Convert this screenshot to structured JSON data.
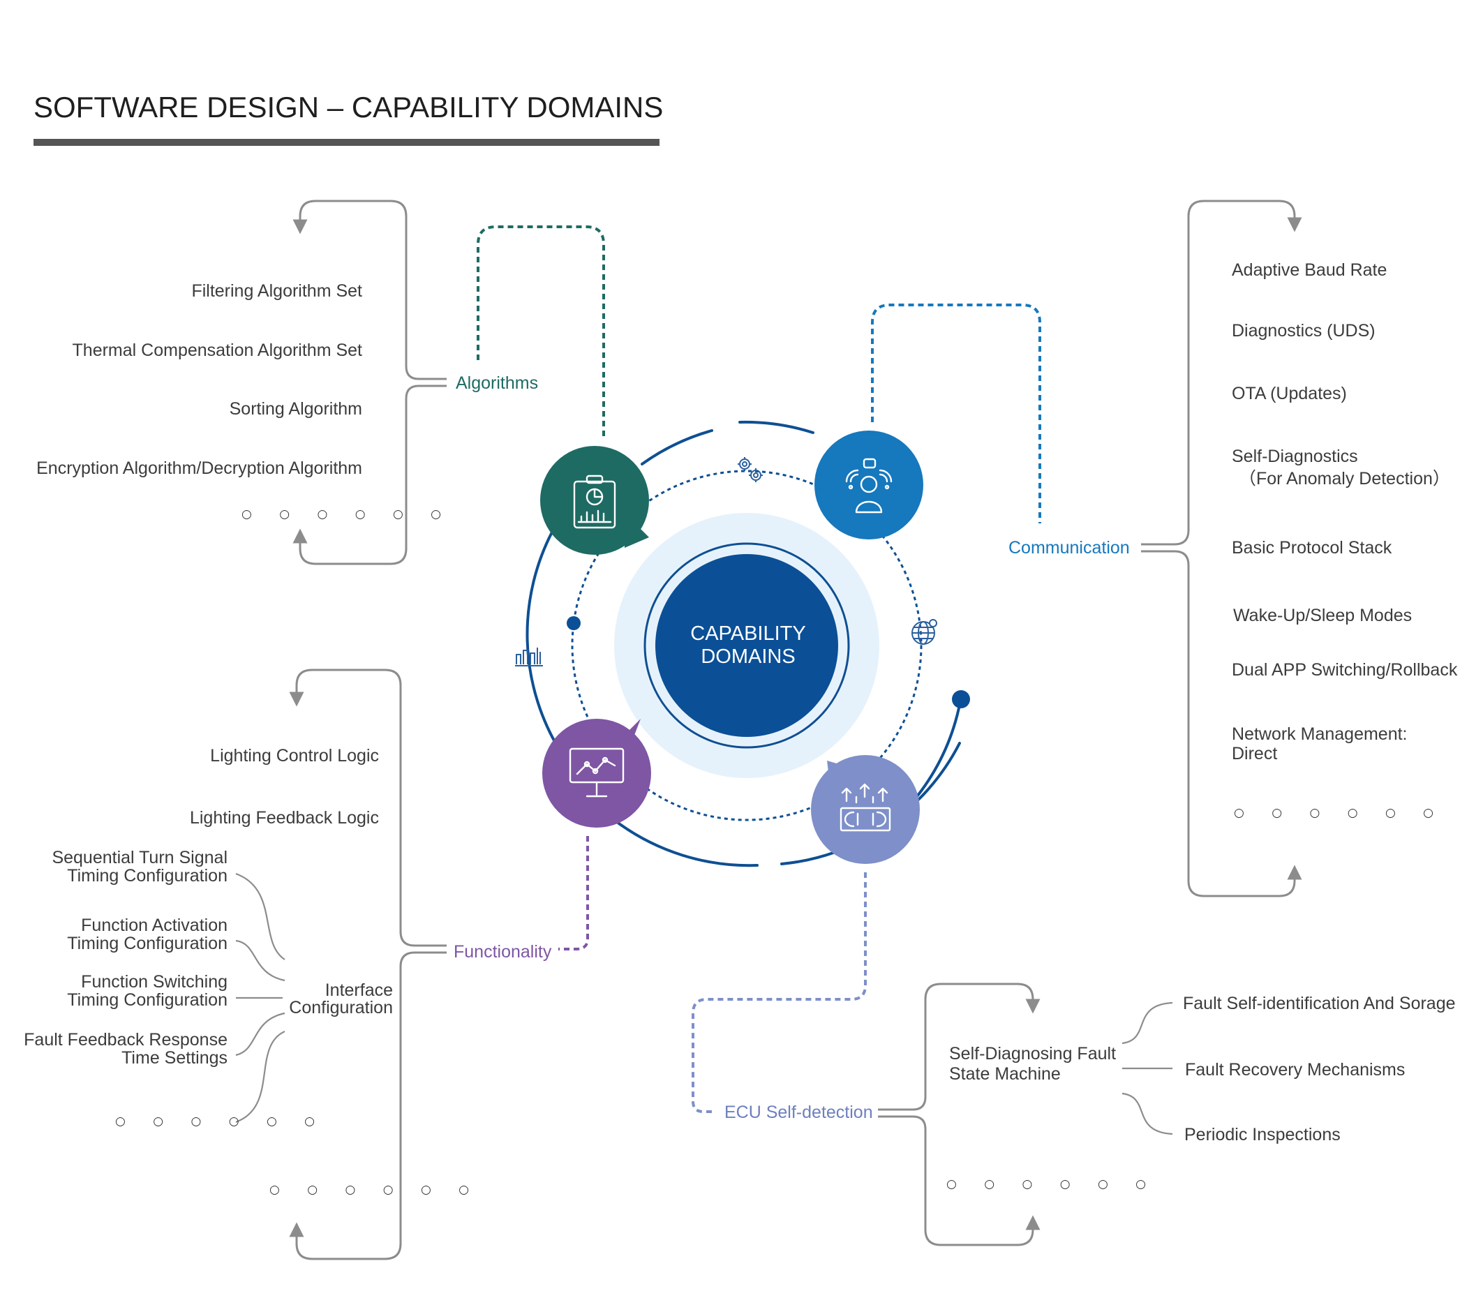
{
  "title": "SOFTWARE DESIGN – CAPABILITY DOMAINS",
  "center": {
    "line1": "CAPABILITY",
    "line2": "DOMAINS"
  },
  "ellipsis": "○ ○ ○ ○ ○ ○",
  "colors": {
    "algorithms": "#1e6b63",
    "communication": "#1678bd",
    "functionality": "#7e56a4",
    "ecu": "#7e8fc9",
    "ring": "#0e4f93",
    "center": "#0b4f97",
    "halo": "#e6f2fb",
    "connector": "#8c8c8c"
  },
  "domains": {
    "algorithms": {
      "label": "Algorithms",
      "icon": "presentation-chart-icon",
      "items": [
        "Filtering Algorithm Set",
        "Thermal Compensation Algorithm Set",
        "Sorting Algorithm",
        "Encryption Algorithm/Decryption Algorithm"
      ]
    },
    "communication": {
      "label": "Communication",
      "icon": "network-user-icon",
      "items": [
        "Adaptive Baud Rate",
        "Diagnostics (UDS)",
        "OTA (Updates)",
        [
          "Self-Diagnostics",
          "（For Anomaly Detection）"
        ],
        "Basic Protocol Stack",
        "Wake-Up/Sleep Modes",
        "Dual APP Switching/Rollback",
        [
          "Network Management:",
          "Direct"
        ]
      ]
    },
    "functionality": {
      "label": "Functionality",
      "icon": "monitor-graph-icon",
      "items": [
        "Lighting Control Logic",
        "Lighting Feedback Logic"
      ],
      "interface": {
        "label": [
          "Interface",
          "Configuration"
        ],
        "items": [
          [
            "Sequential Turn Signal",
            "Timing Configuration"
          ],
          [
            "Function Activation",
            "Timing Configuration"
          ],
          [
            "Function Switching",
            "Timing Configuration"
          ],
          [
            "Fault Feedback Response",
            "Time Settings"
          ]
        ]
      }
    },
    "ecu": {
      "label": "ECU Self-detection",
      "icon": "chip-upload-icon",
      "fsm": {
        "label": [
          "Self-Diagnosing Fault",
          "State Machine"
        ],
        "items": [
          "Fault Self-identification And Sorage",
          "Fault Recovery Mechanisms",
          "Periodic Inspections"
        ]
      }
    }
  }
}
